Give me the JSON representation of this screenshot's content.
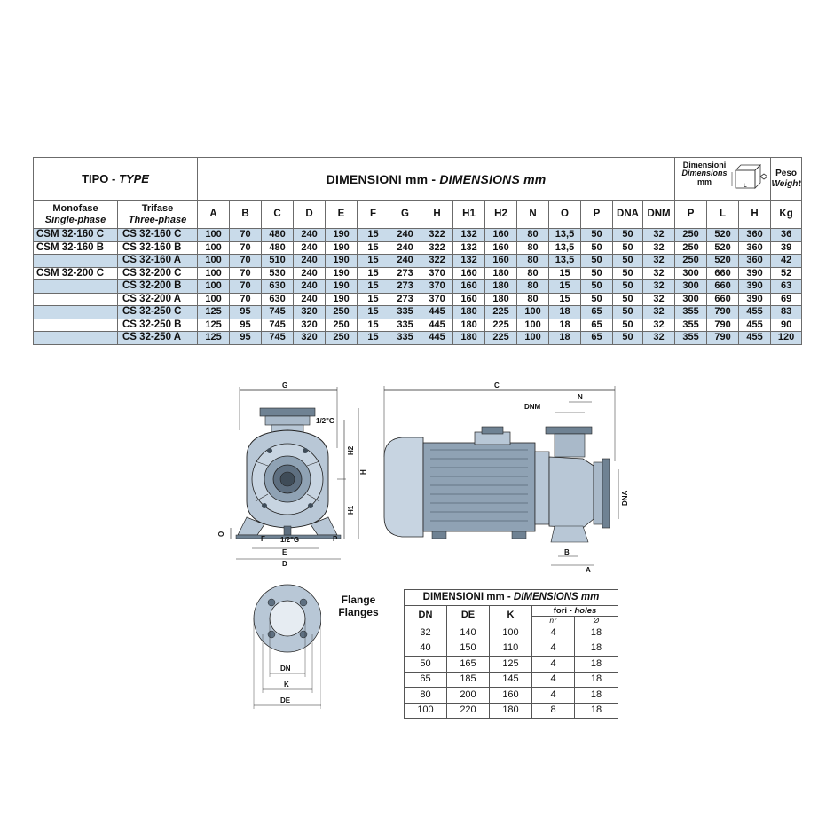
{
  "header": {
    "tipo": "TIPO - ",
    "type": "TYPE",
    "dimensions_it": "DIMENSIONI mm - ",
    "dimensions_en": "DIMENSIONS mm",
    "dim_box_1": "Dimensioni",
    "dim_box_2": "Dimensions",
    "dim_box_3": "mm",
    "dim_box_icon_label": "L",
    "peso": "Peso",
    "weight": "Weight",
    "mono_it": "Monofase",
    "mono_en": "Single-phase",
    "tri_it": "Trifase",
    "tri_en": "Three-phase"
  },
  "columns": [
    "A",
    "B",
    "C",
    "D",
    "E",
    "F",
    "G",
    "H",
    "H1",
    "H2",
    "N",
    "O",
    "P",
    "DNA",
    "DNM"
  ],
  "pack_columns": [
    "P",
    "L",
    "H"
  ],
  "weight_column": "Kg",
  "rows": [
    {
      "mono": "CSM 32-160 C",
      "tri": "CS 32-160 C",
      "vals": [
        "100",
        "70",
        "480",
        "240",
        "190",
        "15",
        "240",
        "322",
        "132",
        "160",
        "80",
        "13,5",
        "50",
        "50",
        "32"
      ],
      "pack": [
        "250",
        "520",
        "360"
      ],
      "kg": "36"
    },
    {
      "mono": "CSM 32-160 B",
      "tri": "CS 32-160 B",
      "vals": [
        "100",
        "70",
        "480",
        "240",
        "190",
        "15",
        "240",
        "322",
        "132",
        "160",
        "80",
        "13,5",
        "50",
        "50",
        "32"
      ],
      "pack": [
        "250",
        "520",
        "360"
      ],
      "kg": "39"
    },
    {
      "mono": "",
      "tri": "CS 32-160 A",
      "vals": [
        "100",
        "70",
        "510",
        "240",
        "190",
        "15",
        "240",
        "322",
        "132",
        "160",
        "80",
        "13,5",
        "50",
        "50",
        "32"
      ],
      "pack": [
        "250",
        "520",
        "360"
      ],
      "kg": "42"
    },
    {
      "mono": "CSM 32-200 C",
      "tri": "CS 32-200 C",
      "vals": [
        "100",
        "70",
        "530",
        "240",
        "190",
        "15",
        "273",
        "370",
        "160",
        "180",
        "80",
        "15",
        "50",
        "50",
        "32"
      ],
      "pack": [
        "300",
        "660",
        "390"
      ],
      "kg": "52"
    },
    {
      "mono": "",
      "tri": "CS 32-200 B",
      "vals": [
        "100",
        "70",
        "630",
        "240",
        "190",
        "15",
        "273",
        "370",
        "160",
        "180",
        "80",
        "15",
        "50",
        "50",
        "32"
      ],
      "pack": [
        "300",
        "660",
        "390"
      ],
      "kg": "63"
    },
    {
      "mono": "",
      "tri": "CS 32-200 A",
      "vals": [
        "100",
        "70",
        "630",
        "240",
        "190",
        "15",
        "273",
        "370",
        "160",
        "180",
        "80",
        "15",
        "50",
        "50",
        "32"
      ],
      "pack": [
        "300",
        "660",
        "390"
      ],
      "kg": "69"
    },
    {
      "mono": "",
      "tri": "CS 32-250 C",
      "vals": [
        "125",
        "95",
        "745",
        "320",
        "250",
        "15",
        "335",
        "445",
        "180",
        "225",
        "100",
        "18",
        "65",
        "50",
        "32"
      ],
      "pack": [
        "355",
        "790",
        "455"
      ],
      "kg": "83"
    },
    {
      "mono": "",
      "tri": "CS 32-250 B",
      "vals": [
        "125",
        "95",
        "745",
        "320",
        "250",
        "15",
        "335",
        "445",
        "180",
        "225",
        "100",
        "18",
        "65",
        "50",
        "32"
      ],
      "pack": [
        "355",
        "790",
        "455"
      ],
      "kg": "90"
    },
    {
      "mono": "",
      "tri": "CS 32-250 A",
      "vals": [
        "125",
        "95",
        "745",
        "320",
        "250",
        "15",
        "335",
        "445",
        "180",
        "225",
        "100",
        "18",
        "65",
        "50",
        "32"
      ],
      "pack": [
        "355",
        "790",
        "455"
      ],
      "kg": "120"
    }
  ],
  "front_view": {
    "labels": {
      "g": "G",
      "h2": "H2",
      "h": "H",
      "h1": "H1",
      "o": "O",
      "f": "F",
      "thread_bottom": "1/2\"G",
      "thread_top": "1/2\"G",
      "p": "P",
      "e": "E",
      "d": "D"
    }
  },
  "side_view": {
    "labels": {
      "c": "C",
      "n": "N",
      "dnm": "DNM",
      "dna": "DNA",
      "b": "B",
      "a": "A"
    }
  },
  "flange": {
    "caption_1": "Flange",
    "caption_2": "Flanges",
    "labels": {
      "dn": "DN",
      "k": "K",
      "de": "DE"
    }
  },
  "flange_table": {
    "title_it": "DIMENSIONI mm - ",
    "title_en": "DIMENSIONS mm",
    "headers": [
      "DN",
      "DE",
      "K"
    ],
    "holes_it": "fori - ",
    "holes_en": "holes",
    "sub_n": "n°",
    "sub_diam": "Ø",
    "rows": [
      [
        "32",
        "140",
        "100",
        "4",
        "18"
      ],
      [
        "40",
        "150",
        "110",
        "4",
        "18"
      ],
      [
        "50",
        "165",
        "125",
        "4",
        "18"
      ],
      [
        "65",
        "185",
        "145",
        "4",
        "18"
      ],
      [
        "80",
        "200",
        "160",
        "4",
        "18"
      ],
      [
        "100",
        "220",
        "180",
        "8",
        "18"
      ]
    ]
  },
  "colors": {
    "row_shade": "#c9dbea",
    "line": "#6b6b6b",
    "pump_fill": "#b8c7d6",
    "pump_dark": "#5e6f80"
  }
}
